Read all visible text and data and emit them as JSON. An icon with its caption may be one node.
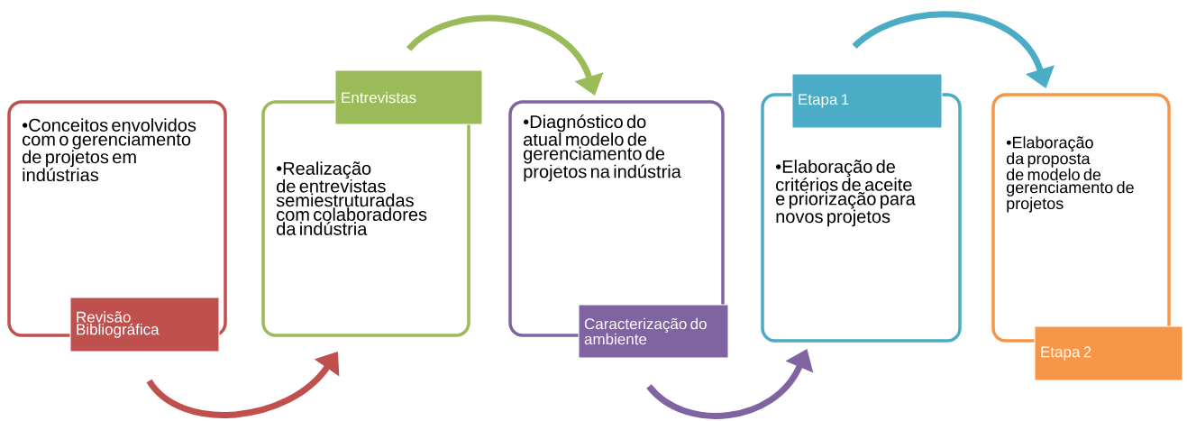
{
  "diagram": {
    "nodes": [
      {
        "text": [
          "•Conceitos envolvidos com o gerenciamento de projetos em indústrias"
        ]
      },
      {
        "text": [
          "Revisão Bibliográfica"
        ]
      },
      {
        "text": [
          "Entrevistas"
        ]
      },
      {
        "text": [
          "•Realização de entrevistas semiestruturadas com colaboradores da indústria"
        ]
      },
      {
        "text": [
          "•Diagnóstico do atual modelo de gerenciamento de projetos na indústria"
        ]
      },
      {
        "text": [
          "Caracterização do ambiente"
        ]
      },
      {
        "text": [
          "Etapa 1"
        ]
      },
      {
        "text": [
          "•Elaboração de critérios de aceite e priorização para novos projetos"
        ]
      },
      {
        "text": [
          "•Elaboração da proposta de modelo de gerenciamento de projetos"
        ]
      },
      {
        "text": [
          "Etapa 2"
        ]
      }
    ],
    "edges": [
      {
        "from": 1,
        "to": 3,
        "arrow": "to",
        "color": "#c0504d"
      },
      {
        "from": 2,
        "to": 4,
        "arrow": "to",
        "color": "#9bbb59"
      },
      {
        "from": 5,
        "to": 7,
        "arrow": "to",
        "color": "#8064a2"
      },
      {
        "from": 6,
        "to": 8,
        "arrow": "to",
        "color": "#4bacc6"
      }
    ]
  }
}
